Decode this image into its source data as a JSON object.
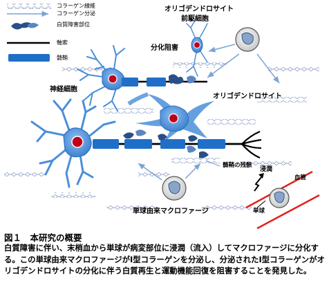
{
  "legend": {
    "collagen_fiber": "コラーゲン線維",
    "collagen_secretion": "コラーゲン分泌",
    "white_matter_lesion": "白質障害部位",
    "axon": "軸索",
    "myelin": "髄鞘"
  },
  "labels": {
    "opc_line1": "オリゴデンドロサイト",
    "opc_line2": "前駆細胞",
    "differentiation_block": "分化阻害",
    "neuron": "神経細胞",
    "oligodendrocyte": "オリゴデンドロサイト",
    "myelin_debris": "髄鞘の残骸",
    "infiltration": "浸潤",
    "blood_vessel": "血管",
    "monocyte": "単球",
    "macrophage": "単球由来マクロファージ"
  },
  "caption": {
    "title": "図１　本研究の概要",
    "body": "白質障害に伴い、末梢血から単球が病変部位に浸潤（流入）してマクロファージに分化する。この単球由来マクロファージがI型コラーゲンを分泌し、分泌されたI型コラーゲンがオリゴデンドロサイトの分化に伴う白質再生と運動機能回復を阻害することを発見した。"
  },
  "colors": {
    "myelin": "#1f6fc8",
    "cell_body": "#4a8fd8",
    "nucleus": "#c0001a",
    "lesion": "#2a4f88",
    "vessel": "#e0221c",
    "collagen": "#a8b4d4",
    "arrow": "#7aa4d4"
  }
}
